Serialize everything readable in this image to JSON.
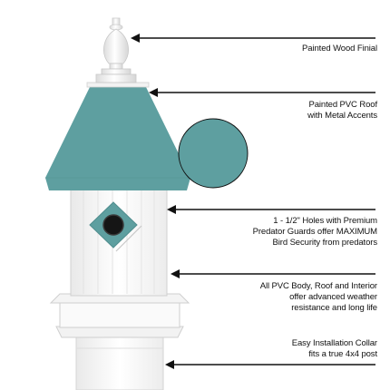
{
  "colors": {
    "roof": "#5e9fa0",
    "roof_edge": "#4f8d8e",
    "body": "#f7f7f7",
    "outline": "#cfcfcf",
    "arrow": "#111111",
    "text": "#111111"
  },
  "callouts": [
    {
      "lines": [
        "Painted Wood Finial"
      ]
    },
    {
      "lines": [
        "Painted PVC Roof",
        "with Metal Accents"
      ]
    },
    {
      "lines": [
        "1 - 1/2\" Holes with Premium",
        "Predator Guards offer MAXIMUM",
        "Bird Security from predators"
      ]
    },
    {
      "lines": [
        "All PVC Body, Roof and Interior",
        "offer advanced weather",
        "resistance and long life"
      ]
    },
    {
      "lines": [
        "Easy Installation Collar",
        "fits a true 4x4 post"
      ]
    }
  ]
}
